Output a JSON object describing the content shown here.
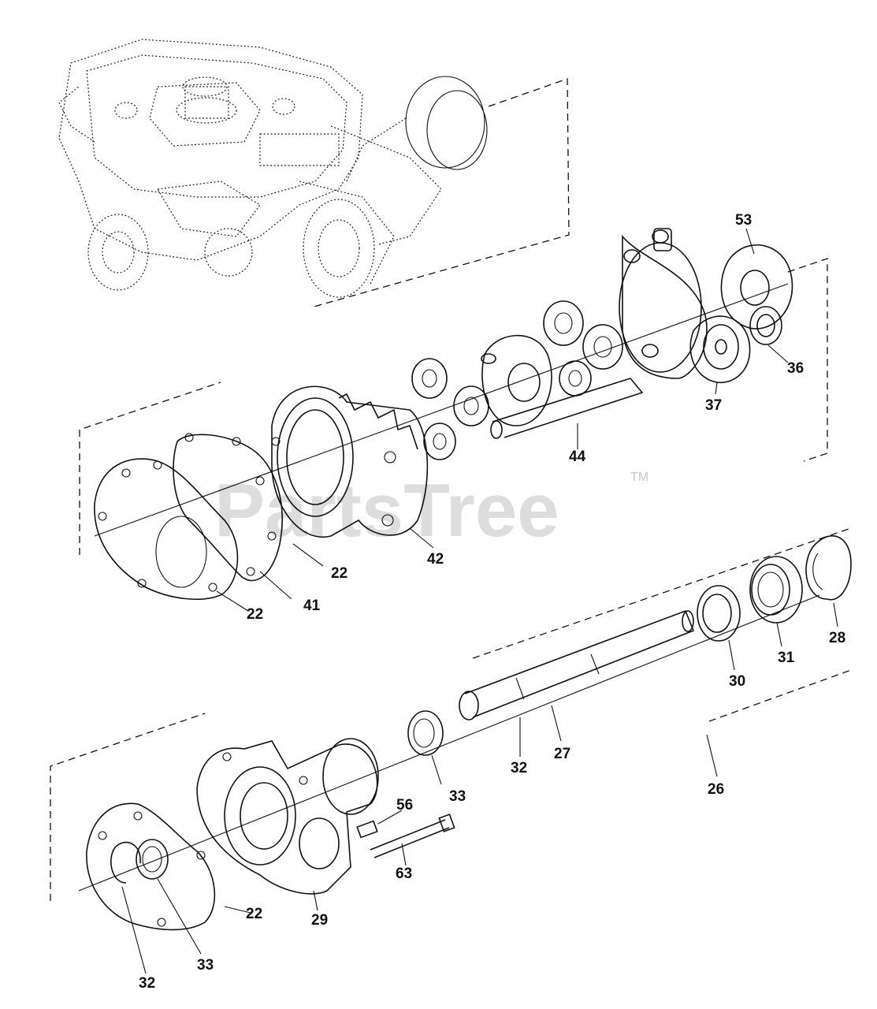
{
  "watermark": {
    "text": "PartsTree",
    "tm": "TM"
  },
  "callouts": {
    "c53": "53",
    "c36": "36",
    "c37": "37",
    "c44": "44",
    "c42": "42",
    "c22a": "22",
    "c22b": "22",
    "c41": "41",
    "c28": "28",
    "c31": "31",
    "c30": "30",
    "c27": "27",
    "c32a": "32",
    "c26": "26",
    "c33a": "33",
    "c56": "56",
    "c63": "63",
    "c22c": "22",
    "c29": "29",
    "c33b": "33",
    "c32b": "32"
  }
}
